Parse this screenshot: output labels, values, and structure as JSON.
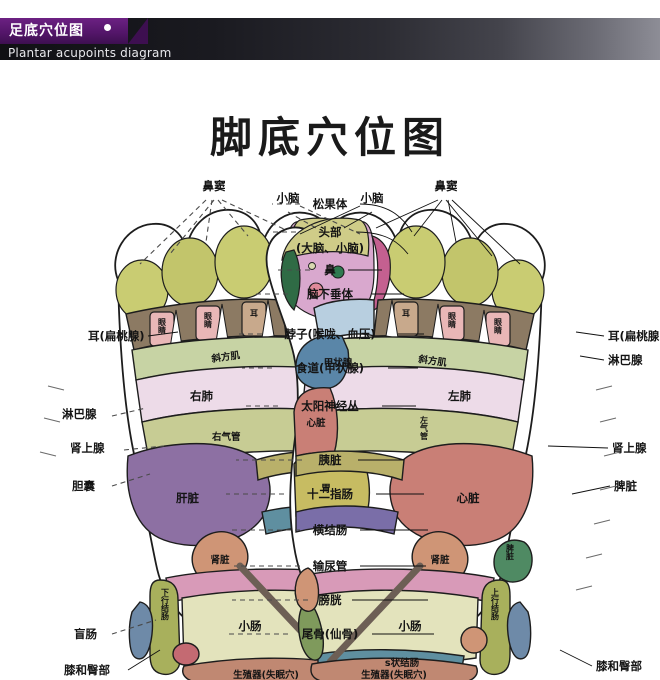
{
  "header": {
    "tab_title": "足底穴位图",
    "subtitle": "Plantar acupoints diagram",
    "tab_color": "#54166a",
    "bar_color": "#1a1a20"
  },
  "page_title": "脚底穴位图",
  "center_labels": [
    "松果体",
    "头部",
    "(大脑、小脑)",
    "鼻",
    "脑下垂体",
    "脖子(喉咙、血压)",
    "食道(甲状腺)",
    "太阳神经丛",
    "胰脏",
    "十二指肠",
    "横结肠",
    "输尿管",
    "膀胱",
    "尾骨(仙骨)"
  ],
  "left_outer_labels": [
    "鼻窦",
    "小脑",
    "耳(扁桃腺)",
    "淋巴腺",
    "肾上腺",
    "胆囊",
    "盲肠",
    "膝和臀部"
  ],
  "right_outer_labels": [
    "小脑",
    "鼻窦",
    "耳(扁桃腺)",
    "淋巴腺",
    "肾上腺",
    "脾脏",
    "膝和臀部"
  ],
  "left_foot_zones": [
    "眼睛",
    "眼睛",
    "耳",
    "斜方肌",
    "右肺",
    "右气管",
    "甲状腺",
    "心脏",
    "肝脏",
    "胃",
    "肾脏",
    "下行结肠",
    "小肠",
    "生殖器(失眠穴)"
  ],
  "right_foot_zones": [
    "眼睛",
    "眼睛",
    "耳",
    "斜方肌",
    "左肺",
    "左气管",
    "甲状腺",
    "心脏",
    "心脏",
    "胃",
    "肾脏",
    "脾脏",
    "上行结肠",
    "小肠",
    "s状结肠",
    "生殖器(失眠穴)"
  ],
  "palette": {
    "toe_olive": "#c9cc72",
    "toe_olive2": "#c2c56b",
    "toe_pink": "#d9a8ce",
    "toe_khaki": "#cfcc88",
    "brown_band": "#8c7a63",
    "eye_pink": "#e9b7b7",
    "trapezius": "#c7d3a4",
    "lung_pink": "#eddbe8",
    "bronchus": "#c7cc94",
    "thyroid_blue": "#5a86a8",
    "heart_red": "#c97f76",
    "liver_purple": "#8d70a3",
    "stomach_gold": "#c7bc62",
    "kidney_tan": "#cf9576",
    "colon_olive": "#a8b05c",
    "smallint_cream": "#e3e3bc",
    "colon_pink": "#d89ab8",
    "genital_brown": "#c08872",
    "spleen_green": "#4f8a63",
    "knee_blue": "#6e8aa8",
    "neck_blue": "#b8cfe0",
    "ear_magenta": "#c46090",
    "lymph_pink": "#d98aa8",
    "sigmoid_teal": "#5f8fa0"
  }
}
